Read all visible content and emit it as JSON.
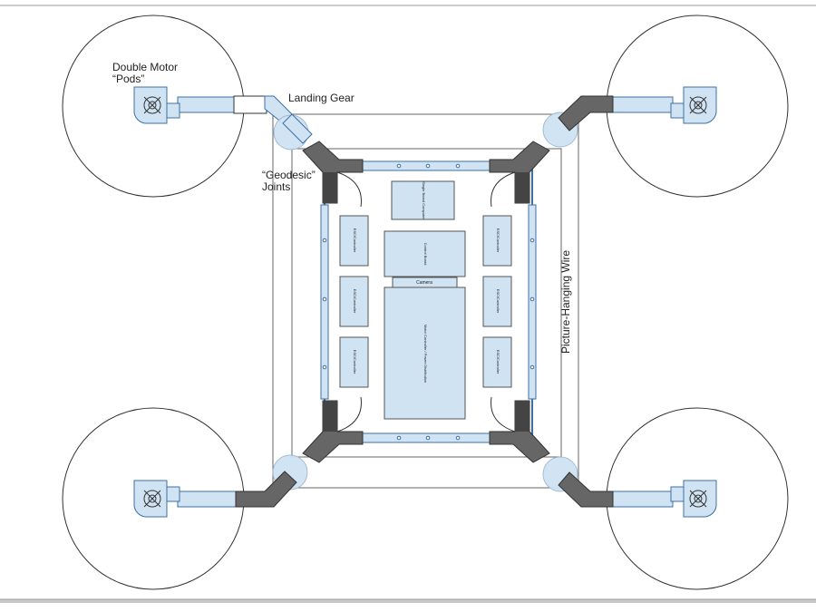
{
  "labels": {
    "double_motor_line1": "Double Motor",
    "double_motor_line2": "“Pods”",
    "landing_gear": "Landing Gear",
    "geodesic_line1": "“Geodesic”",
    "geodesic_line2": "Joints",
    "picture_wire": "Picture-Hanging Wire"
  },
  "components": {
    "top_module": "Single Board Computer",
    "control_board": "Control Board",
    "camera": "Camera",
    "main_module": "Motor Controller / Power Distribution",
    "esc_label": "ESC/Controller"
  },
  "colors": {
    "component_fill": "#cfe3f3",
    "frame_edge": "#3d6fa5",
    "joint_fill": "#555555",
    "line": "#333333"
  }
}
